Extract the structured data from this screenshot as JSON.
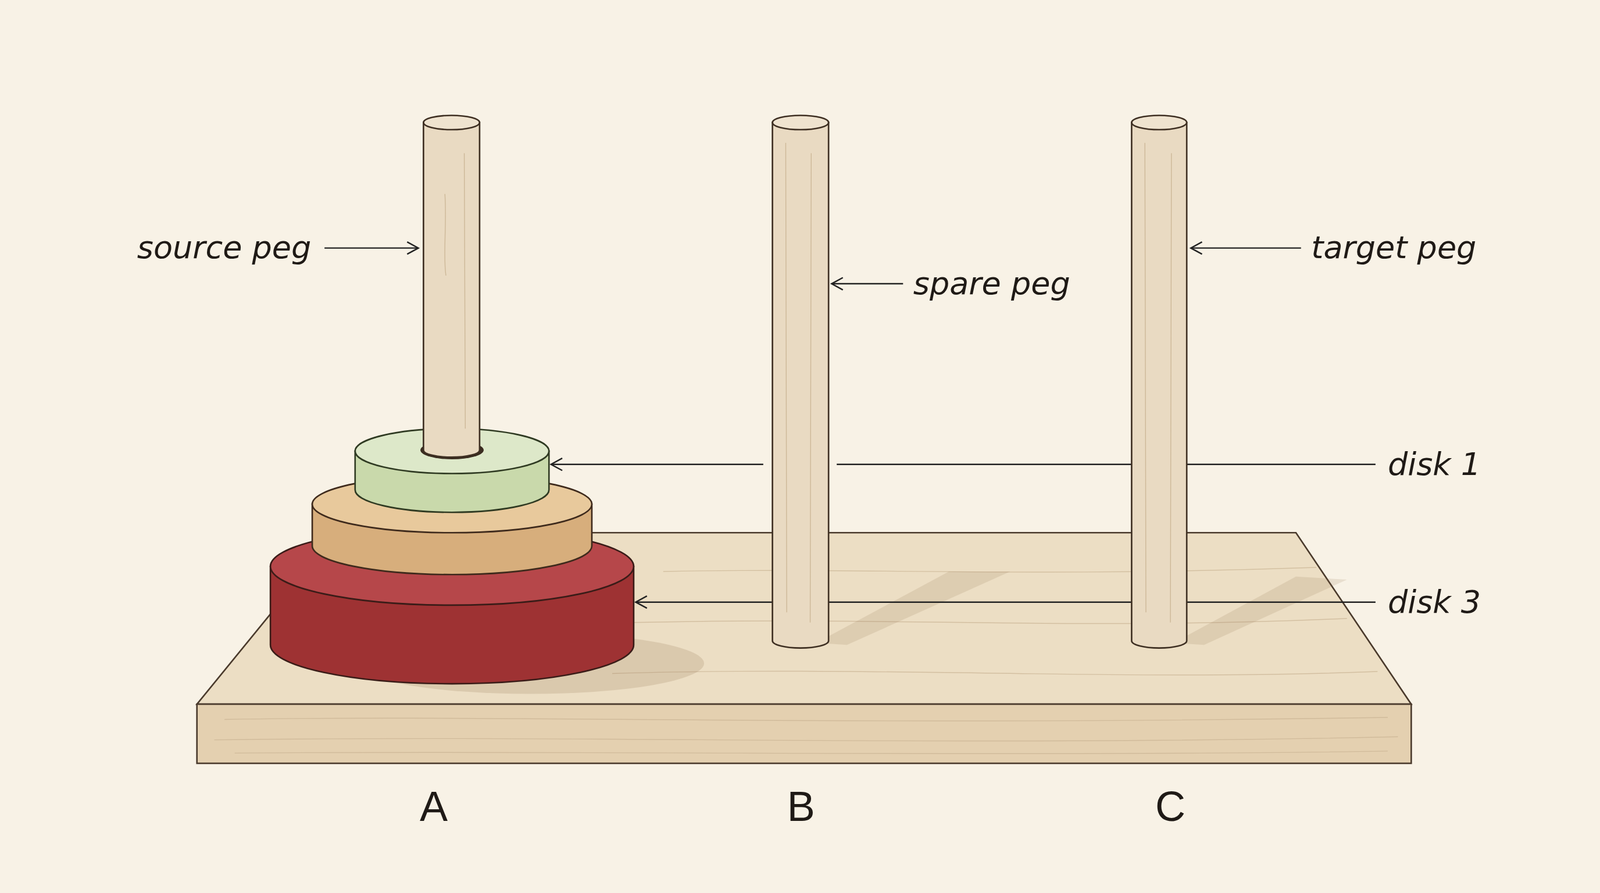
{
  "diagram": {
    "labels": [
      "source peg",
      "spare peg",
      "target peg",
      "disk 1",
      "disk 3",
      "A",
      "B",
      "C"
    ]
  }
}
